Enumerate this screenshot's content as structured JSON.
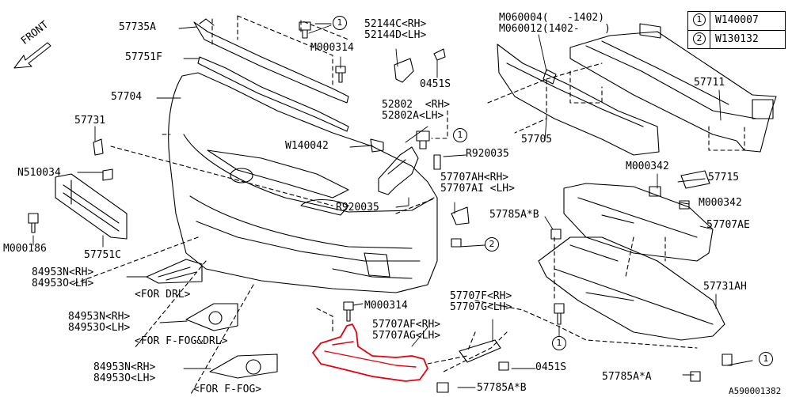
{
  "front_label": "FRONT",
  "legend": [
    {
      "num": "1",
      "code": "W140007"
    },
    {
      "num": "2",
      "code": "W130132"
    }
  ],
  "labels": {
    "p57735A": "57735A",
    "p57751F": "57751F",
    "p57704": "57704",
    "p57731": "57731",
    "pN510034": "N510034",
    "pM000186": "M000186",
    "p57751C": "57751C",
    "p84953N_1": "84953N<RH>",
    "p84953O_1": "84953O<LH>",
    "for_drl": "<FOR DRL>",
    "p84953N_2": "84953N<RH>",
    "p84953O_2": "84953O<LH>",
    "for_ffog_drl": "<FOR F-FOG&DRL>",
    "p84953N_3": "84953N<RH>",
    "p84953O_3": "84953O<LH>",
    "for_ffog": "<FOR F-FOG>",
    "pM000314_top": "M000314",
    "p52144C": "52144C<RH>",
    "p52144D": "52144D<LH>",
    "p0451S_top": "0451S",
    "p52802": "52802  <RH>",
    "p52802A": "52802A<LH>",
    "pW140042": "W140042",
    "pR920035_r": "R920035",
    "pR920035_l": "R920035",
    "p57707AH": "57707AH<RH>",
    "p57707AI": "57707AI <LH>",
    "pM060004": "M060004(   -1402)",
    "pM060012": "M060012(1402-    )",
    "p57711": "57711",
    "p57705": "57705",
    "pM000342_a": "M000342",
    "p57715": "57715",
    "pM000342_b": "M000342",
    "p57785AB_top": "57785A*B",
    "p57707AE": "57707AE",
    "p57731AH": "57731AH",
    "pM000314_bot": "M000314",
    "p57707F": "57707F<RH>",
    "p57707G": "57707G<LH>",
    "p57707AF": "57707AF<RH>",
    "p57707AG": "57707AG<LH>",
    "p0451S_bot": "0451S",
    "p57785AB_bot": "57785A*B",
    "p57785AA": "57785A*A",
    "diagram_id": "A590001382"
  },
  "callouts": {
    "c1_top": "1",
    "c1_mid": "1",
    "c2_mid": "2",
    "c1_low": "1",
    "c1_br": "1"
  },
  "colors": {
    "line": "#000000",
    "highlight": "#e8000d"
  }
}
